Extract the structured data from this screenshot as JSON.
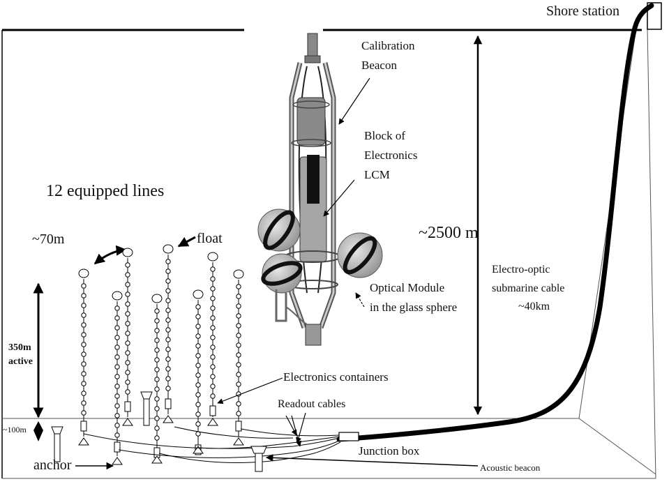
{
  "labels": {
    "shore_station": "Shore station",
    "calibration_beacon": [
      "Calibration",
      "Beacon"
    ],
    "block_of_electronics": [
      "Block of",
      "Electronics",
      "LCM"
    ],
    "equipped_lines": "12 equipped lines",
    "spacing": "~70m",
    "float": "float",
    "depth": "~2500 m",
    "optical_module": [
      "Optical Module",
      "in the glass sphere"
    ],
    "cable": [
      "Electro-optic",
      "submarine cable",
      "~40km"
    ],
    "active": [
      "350m",
      "active"
    ],
    "electronics_containers": "Electronics containers",
    "readout_cables": "Readout cables",
    "bottom_gap": "~100m",
    "anchor": "anchor",
    "junction_box": "Junction box",
    "acoustic_beacon": "Acoustic beacon"
  }
}
